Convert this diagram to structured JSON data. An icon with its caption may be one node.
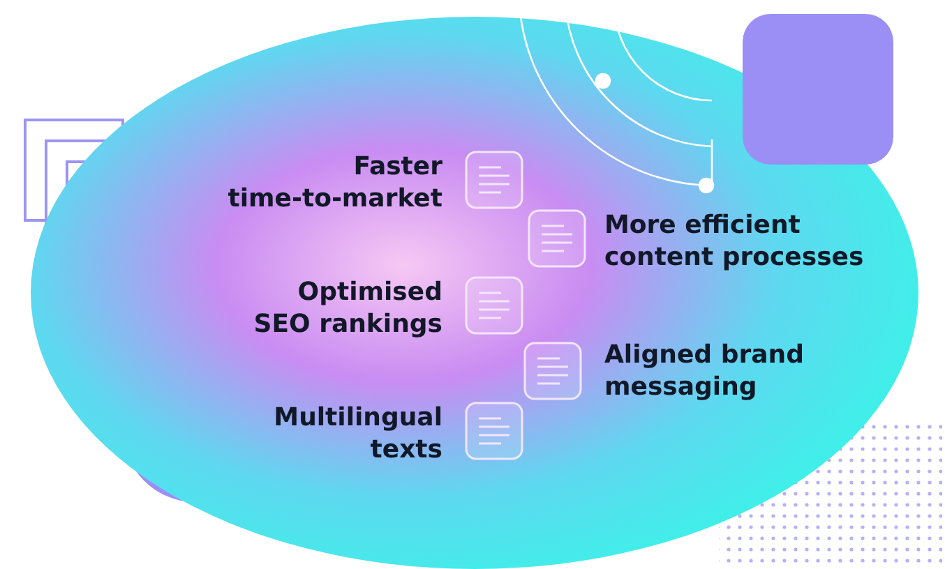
{
  "diagram": {
    "labels": [
      "Faster time-to-market",
      "More efficient content processes",
      "Optimised SEO rankings",
      "Aligned brand messaging",
      "Multilingual texts"
    ]
  }
}
